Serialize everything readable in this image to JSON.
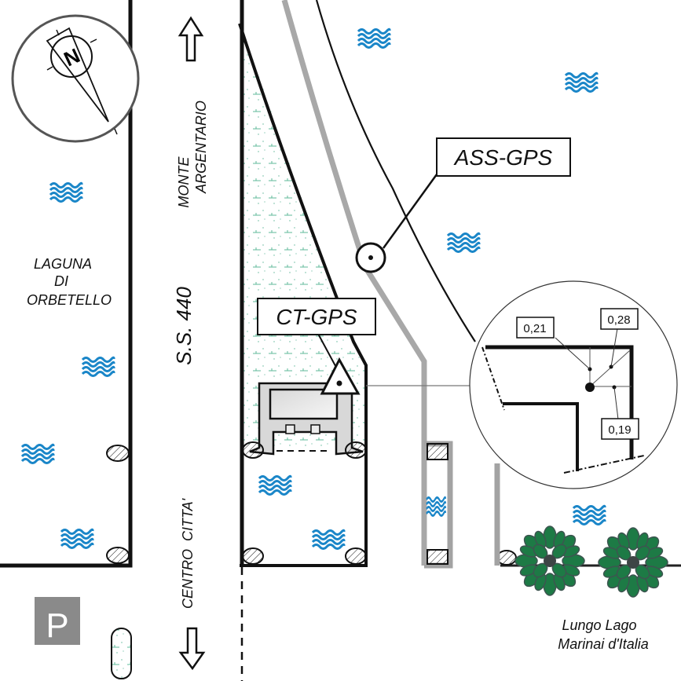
{
  "colors": {
    "water": "#1a86c8",
    "road_gray": "#a3a3a3",
    "light_gray": "#c8c8c8",
    "tree_green": "#1d7a45",
    "tree_dark": "#3d5550",
    "parking_bg": "#8a8a8a",
    "grass": "#5fb89a",
    "ink": "#111111"
  },
  "labels": {
    "lagoon": [
      "LAGUNA",
      "DI",
      "ORBETELLO"
    ],
    "road_name": "S.S. 440",
    "direction_north": [
      "MONTE",
      "ARGENTARIO"
    ],
    "direction_south": "CENTRO  CITTA'",
    "promenade": [
      "Lungo Lago",
      "Marinai d'Italia"
    ],
    "ass_gps": "ASS-GPS",
    "ct_gps": "CT-GPS",
    "parking": "P"
  },
  "compass": {
    "label": "N",
    "icon": "north-arrow-icon"
  },
  "detail_inset": {
    "measurements": [
      "0,21",
      "0,28",
      "0,19"
    ]
  },
  "icons": {
    "water": "water-waves-icon",
    "tree": "tree-icon",
    "arrow_up": "arrow-up-icon",
    "arrow_down": "arrow-down-icon",
    "triangle_marker": "survey-triangle-icon",
    "circle_marker": "gps-point-icon"
  }
}
